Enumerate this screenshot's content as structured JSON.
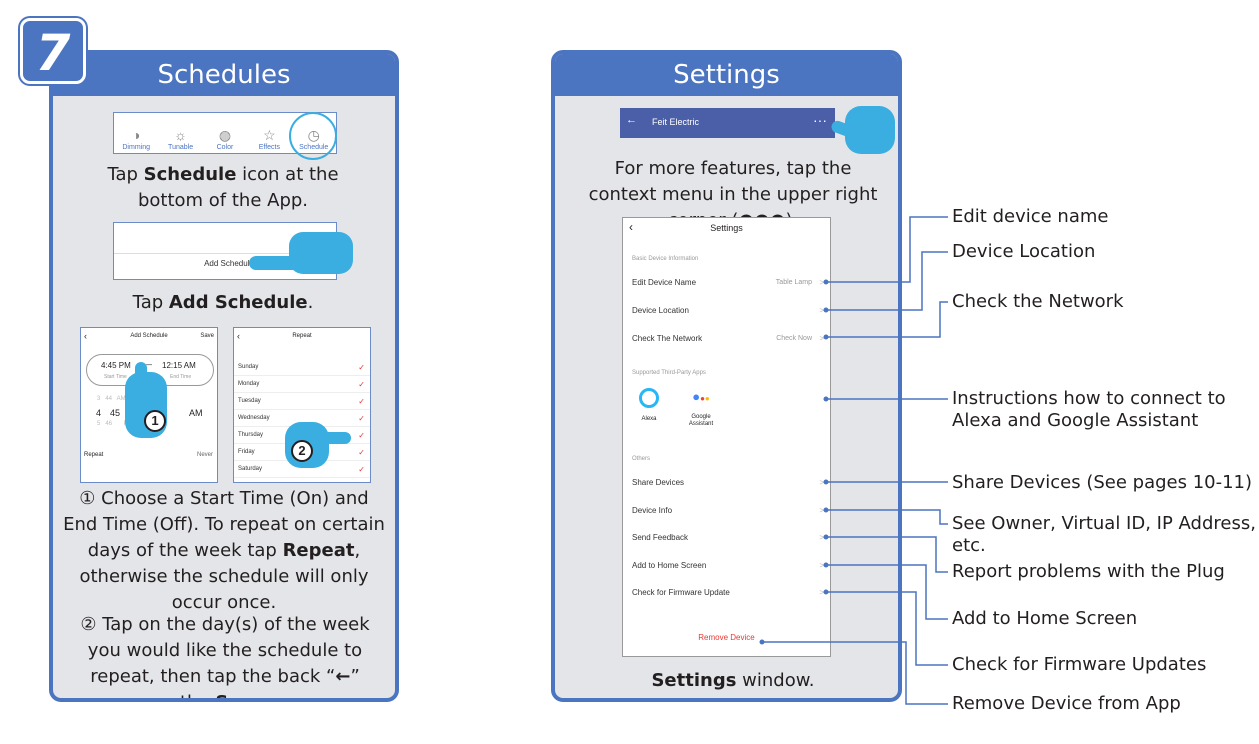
{
  "step_number": "7",
  "schedules": {
    "title": "Schedules",
    "tabs": [
      "Dimming",
      "Tunable",
      "Color",
      "Effects",
      "Schedule"
    ],
    "caption1_pre": "Tap ",
    "caption1_bold": "Schedule",
    "caption1_post": " icon at the bottom of the App.",
    "add_schedule_button": "Add Schedule",
    "caption2_pre": "Tap ",
    "caption2_bold": "Add Schedule",
    "caption2_post": ".",
    "add_screen": {
      "title": "Add Schedule",
      "save": "Save",
      "start_time": "4:45 PM",
      "end_time": "12:15 AM",
      "start_label": "Start Time",
      "end_label": "End Time",
      "dash": "—",
      "picker_hour": "4",
      "picker_min": "45",
      "picker_ampm": "AM",
      "picker_above": "3   44   AM",
      "picker_below": "5   46       PM",
      "repeat_label": "Repeat",
      "repeat_value": "Never"
    },
    "repeat_screen": {
      "title": "Repeat",
      "days": [
        "Sunday",
        "Monday",
        "Tuesday",
        "Wednesday",
        "Thursday",
        "Friday",
        "Saturday"
      ]
    },
    "marker1": "1",
    "marker2": "2",
    "step1_num": "①",
    "step1_a": " Choose a Start Time (On) and End Time (Off). To repeat on certain days of the week tap ",
    "step1_bold": "Repeat",
    "step1_b": ", otherwise the schedule will only occur once.",
    "step2_num": "②",
    "step2_a": " Tap on the day(s) of the week you would like the schedule to repeat, then tap the back “",
    "step2_arrow": "←",
    "step2_b": "” the ",
    "step2_bold": "Save",
    "step2_c": "."
  },
  "settings": {
    "title": "Settings",
    "app_bar_title": "Feit Electric",
    "app_bar_menu": "···",
    "caption_top": "For more features, tap the context menu in the upper right corner (●●●).",
    "window": {
      "title": "Settings",
      "section_basic": "Basic Device Information",
      "edit_name": "Edit Device Name",
      "edit_name_value": "Table Lamp",
      "device_location": "Device Location",
      "check_network": "Check The Network",
      "check_network_value": "Check Now",
      "section_third_party": "Supported Third-Party Apps",
      "alexa": "Alexa",
      "google": "Google Assistant",
      "section_others": "Others",
      "share_devices": "Share Devices",
      "device_info": "Device Info",
      "send_feedback": "Send Feedback",
      "add_home": "Add to Home Screen",
      "check_firmware": "Check for Firmware Update",
      "remove_device": "Remove Device",
      "chevron": ">"
    },
    "caption_bottom_bold": "Settings",
    "caption_bottom_post": " window."
  },
  "callouts": {
    "edit_name": "Edit device name",
    "device_location": "Device Location",
    "check_network": "Check the Network",
    "instructions_l1": "Instructions how to connect to",
    "instructions_l2": "Alexa and Google Assistant",
    "share": "Share Devices (See pages 10-11)",
    "owner": "See Owner, Virtual ID, IP Address, etc.",
    "report": "Report problems with the Plug",
    "home": "Add to Home Screen",
    "firmware": "Check for Firmware Updates",
    "remove": "Remove Device from App"
  },
  "colors": {
    "accent": "#4b74c1",
    "panel_bg": "#e3e5e8",
    "hand": "#3aaee0",
    "check": "#e53935",
    "remove": "#e53935"
  }
}
